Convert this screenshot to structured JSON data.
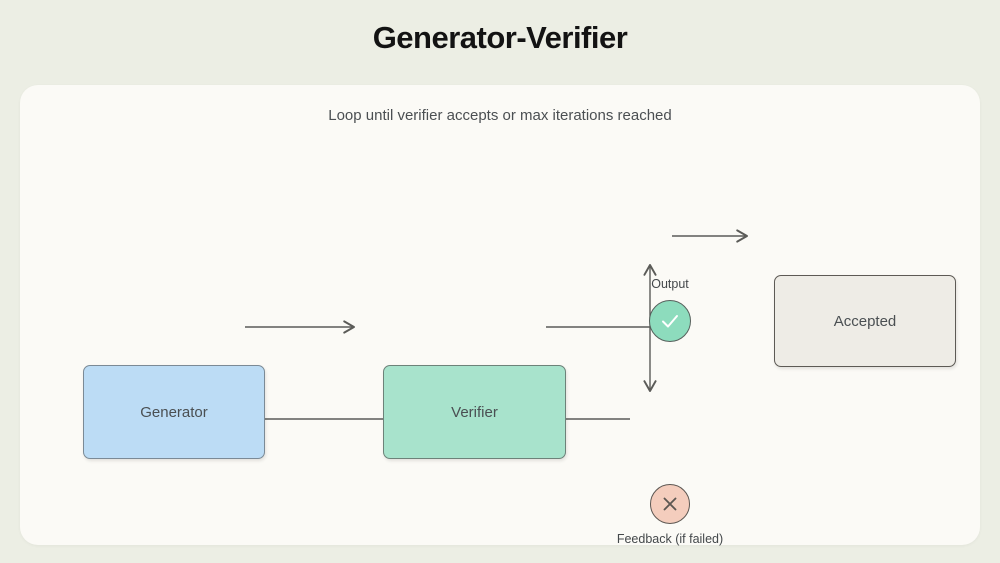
{
  "page": {
    "title": "Generator-Verifier",
    "background_color": "#eceee4"
  },
  "card": {
    "subtitle": "Loop until verifier accepts or max iterations reached",
    "background_color": "#fbfaf6"
  },
  "diagram": {
    "type": "flowchart",
    "nodes": [
      {
        "id": "generator",
        "label": "Generator",
        "shape": "rounded-rect",
        "fill": "#bcdcf5",
        "stroke": "#7b8a96"
      },
      {
        "id": "verifier",
        "label": "Verifier",
        "shape": "rounded-rect",
        "fill": "#a8e3cc",
        "stroke": "#6d8279"
      },
      {
        "id": "accepted",
        "label": "Accepted",
        "shape": "rounded-rect",
        "fill": "#eeece6",
        "stroke": "#5d5a55"
      },
      {
        "id": "output-check",
        "label": "",
        "icon": "check-icon",
        "shape": "circle",
        "fill": "#8ddcbd",
        "stroke": "#56605c"
      },
      {
        "id": "feedback-cross",
        "label": "",
        "icon": "cross-icon",
        "shape": "circle",
        "fill": "#f4cdbd",
        "stroke": "#5d5752"
      }
    ],
    "captions": {
      "output": "Output",
      "feedback": "Feedback (if failed)"
    },
    "edges": [
      {
        "from": "generator",
        "to": "verifier",
        "label": ""
      },
      {
        "from": "verifier",
        "to": "output-check",
        "label": ""
      },
      {
        "from": "verifier",
        "to": "feedback-cross",
        "label": ""
      },
      {
        "from": "output-check",
        "to": "accepted",
        "label": ""
      },
      {
        "from": "feedback-cross",
        "to": "generator",
        "label": ""
      }
    ],
    "edge_color": "#5b5b58"
  }
}
